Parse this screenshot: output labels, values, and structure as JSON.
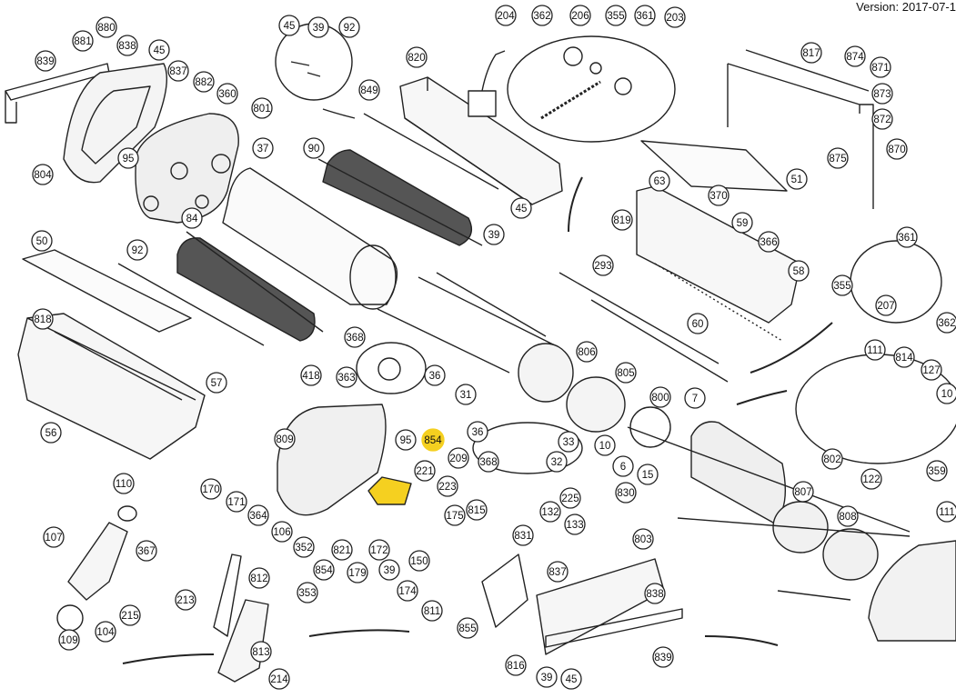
{
  "version_text": "Version: 2017-07-1",
  "highlight_color": "#f5d020",
  "callouts": [
    {
      "id": "880"
    },
    {
      "id": "881"
    },
    {
      "id": "838"
    },
    {
      "id": "45"
    },
    {
      "id": "839"
    },
    {
      "id": "837"
    },
    {
      "id": "882"
    },
    {
      "id": "360"
    },
    {
      "id": "801"
    },
    {
      "id": "95"
    },
    {
      "id": "804"
    },
    {
      "id": "45"
    },
    {
      "id": "39"
    },
    {
      "id": "92"
    },
    {
      "id": "820"
    },
    {
      "id": "849"
    },
    {
      "id": "204"
    },
    {
      "id": "362"
    },
    {
      "id": "206"
    },
    {
      "id": "355"
    },
    {
      "id": "361"
    },
    {
      "id": "203"
    },
    {
      "id": "817"
    },
    {
      "id": "874"
    },
    {
      "id": "871"
    },
    {
      "id": "873"
    },
    {
      "id": "872"
    },
    {
      "id": "875"
    },
    {
      "id": "870"
    },
    {
      "id": "37"
    },
    {
      "id": "90"
    },
    {
      "id": "45"
    },
    {
      "id": "39"
    },
    {
      "id": "51"
    },
    {
      "id": "63"
    },
    {
      "id": "370"
    },
    {
      "id": "819"
    },
    {
      "id": "59"
    },
    {
      "id": "366"
    },
    {
      "id": "84"
    },
    {
      "id": "50"
    },
    {
      "id": "92"
    },
    {
      "id": "293"
    },
    {
      "id": "58"
    },
    {
      "id": "361"
    },
    {
      "id": "355"
    },
    {
      "id": "207"
    },
    {
      "id": "362"
    },
    {
      "id": "818"
    },
    {
      "id": "60"
    },
    {
      "id": "368"
    },
    {
      "id": "418"
    },
    {
      "id": "363"
    },
    {
      "id": "36"
    },
    {
      "id": "57"
    },
    {
      "id": "56"
    },
    {
      "id": "31"
    },
    {
      "id": "806"
    },
    {
      "id": "805"
    },
    {
      "id": "7"
    },
    {
      "id": "111"
    },
    {
      "id": "814"
    },
    {
      "id": "127"
    },
    {
      "id": "10"
    },
    {
      "id": "800"
    },
    {
      "id": "809"
    },
    {
      "id": "95"
    },
    {
      "id": "854",
      "highlight": true
    },
    {
      "id": "36"
    },
    {
      "id": "33"
    },
    {
      "id": "368"
    },
    {
      "id": "32"
    },
    {
      "id": "209"
    },
    {
      "id": "10"
    },
    {
      "id": "6"
    },
    {
      "id": "15"
    },
    {
      "id": "802"
    },
    {
      "id": "170"
    },
    {
      "id": "171"
    },
    {
      "id": "364"
    },
    {
      "id": "221"
    },
    {
      "id": "223"
    },
    {
      "id": "815"
    },
    {
      "id": "225"
    },
    {
      "id": "830"
    },
    {
      "id": "122"
    },
    {
      "id": "359"
    },
    {
      "id": "111"
    },
    {
      "id": "110"
    },
    {
      "id": "106"
    },
    {
      "id": "175"
    },
    {
      "id": "132"
    },
    {
      "id": "133"
    },
    {
      "id": "803"
    },
    {
      "id": "807"
    },
    {
      "id": "808"
    },
    {
      "id": "107"
    },
    {
      "id": "367"
    },
    {
      "id": "352"
    },
    {
      "id": "821"
    },
    {
      "id": "172"
    },
    {
      "id": "150"
    },
    {
      "id": "831"
    },
    {
      "id": "854"
    },
    {
      "id": "179"
    },
    {
      "id": "39"
    },
    {
      "id": "837"
    },
    {
      "id": "812"
    },
    {
      "id": "353"
    },
    {
      "id": "174"
    },
    {
      "id": "838"
    },
    {
      "id": "213"
    },
    {
      "id": "215"
    },
    {
      "id": "811"
    },
    {
      "id": "855"
    },
    {
      "id": "104"
    },
    {
      "id": "109"
    },
    {
      "id": "813"
    },
    {
      "id": "839"
    },
    {
      "id": "214"
    },
    {
      "id": "816"
    },
    {
      "id": "39"
    },
    {
      "id": "45"
    }
  ]
}
